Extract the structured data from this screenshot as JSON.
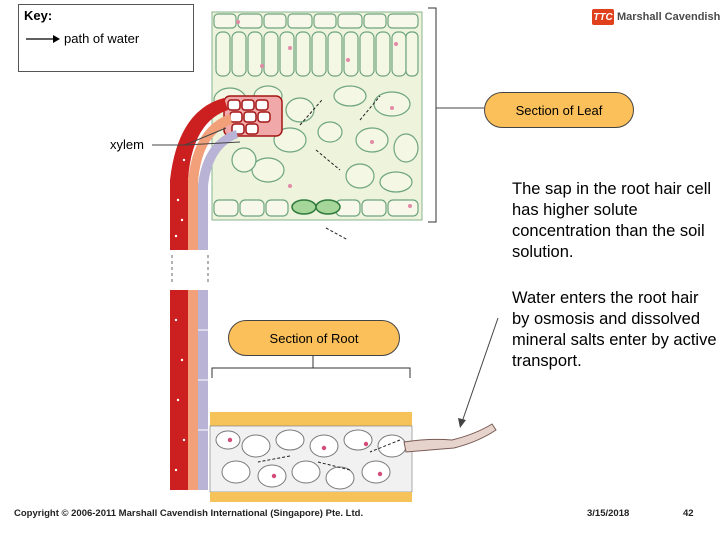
{
  "key": {
    "title": "Key:",
    "path_label": "path of water"
  },
  "logo": {
    "mark": "TTC",
    "text": "Marshall Cavendish"
  },
  "labels": {
    "section_leaf": "Section of Leaf",
    "section_root": "Section of Root",
    "xylem": "xylem"
  },
  "text": {
    "para1": "The sap in the root hair cell has higher solute concentration than the soil solution.",
    "para2": "Water enters the root hair by osmosis and dissolved mineral salts enter by active transport."
  },
  "footer": {
    "copyright": "Copyright © 2006-2011 Marshall Cavendish International (Singapore) Pte. Ltd.",
    "date": "3/15/2018",
    "page": "42"
  },
  "colors": {
    "phloem_red": "#cc1f1f",
    "xylem_orange": "#f2a07a",
    "xylem_vessel": "#b9b3d6",
    "leaf_cell_border": "#7bb08a",
    "leaf_cell_fill": "#f4f6e6",
    "root_band": "#f6c35a",
    "pill_fill": "#fbc05a"
  }
}
